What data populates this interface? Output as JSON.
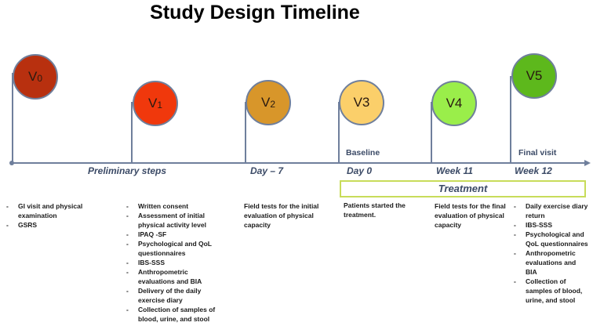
{
  "title": "Study Design Timeline",
  "colors": {
    "V0": "#b8300f",
    "V1": "#f0380c",
    "V2": "#d8962a",
    "V3": "#fbcf6a",
    "V4": "#9aee4a",
    "V5": "#5db81c",
    "axis": "#6f7f9c",
    "treatment_border": "#c8dc5a"
  },
  "visits": [
    {
      "label": "V",
      "sub": "0"
    },
    {
      "label": "V",
      "sub": "1"
    },
    {
      "label": "V",
      "sub": "2"
    },
    {
      "label": "V3",
      "sub": ""
    },
    {
      "label": "V4",
      "sub": ""
    },
    {
      "label": "V5",
      "sub": ""
    }
  ],
  "above_axis": {
    "baseline": "Baseline",
    "final_visit": "Final visit"
  },
  "phases": {
    "preliminary": "Preliminary steps",
    "day_minus7": "Day – 7",
    "day0": "Day 0",
    "week11": "Week 11",
    "week12": "Week 12"
  },
  "treatment": "Treatment",
  "columns": {
    "v0": [
      "GI visit and physical examination",
      "GSRS"
    ],
    "v1": [
      "Written consent",
      "Assessment of initial physical activity level",
      "IPAQ -SF",
      "Psychological and QoL questionnaires",
      "IBS-SSS",
      "Anthropometric evaluations and BIA",
      "Delivery of the daily exercise diary",
      "Collection of samples of blood, urine, and stool"
    ],
    "v2": "Field tests for the initial evaluation of physical capacity",
    "v3": "Patients started the treatment.",
    "v4": "Field tests for the final evaluation of physical capacity",
    "v5": [
      "Daily exercise diary return",
      "IBS-SSS",
      "Psychological and QoL questionnaires",
      "Anthropometric evaluations and BIA",
      "Collection of samples of blood, urine, and stool"
    ]
  }
}
